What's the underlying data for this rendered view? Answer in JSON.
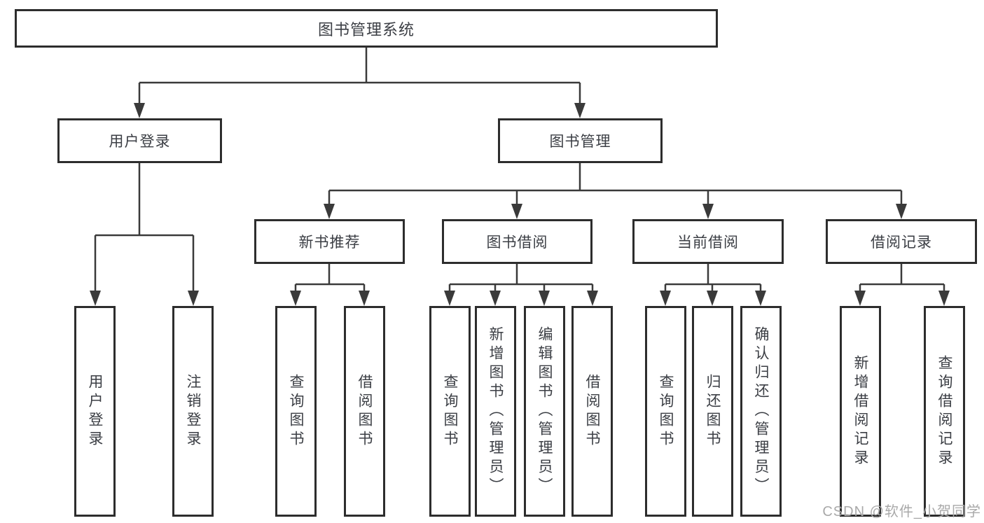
{
  "diagram_type": "functional-structure-tree",
  "tree": {
    "label": "图书管理系统",
    "children": [
      {
        "label": "用户登录",
        "children": [
          {
            "label": "用户登录"
          },
          {
            "label": "注销登录"
          }
        ]
      },
      {
        "label": "图书管理",
        "children": [
          {
            "label": "新书推荐",
            "children": [
              {
                "label": "查询图书"
              },
              {
                "label": "借阅图书"
              }
            ]
          },
          {
            "label": "图书借阅",
            "children": [
              {
                "label": "查询图书"
              },
              {
                "label": "新增图书（管理员）"
              },
              {
                "label": "编辑图书（管理员）"
              },
              {
                "label": "借阅图书"
              }
            ]
          },
          {
            "label": "当前借阅",
            "children": [
              {
                "label": "查询图书"
              },
              {
                "label": "归还图书"
              },
              {
                "label": "确认归还（管理员）"
              }
            ]
          },
          {
            "label": "借阅记录",
            "children": [
              {
                "label": "新增借阅记录"
              },
              {
                "label": "查询借阅记录"
              }
            ]
          }
        ]
      }
    ]
  },
  "watermark": {
    "text": "CSDN @软件_小贺同学"
  },
  "colors": {
    "line": "#3a3a3a",
    "box_border": "#2d2d2d",
    "text": "#3b3e44",
    "watermark": "#a9a9a9",
    "background": "#ffffff"
  }
}
